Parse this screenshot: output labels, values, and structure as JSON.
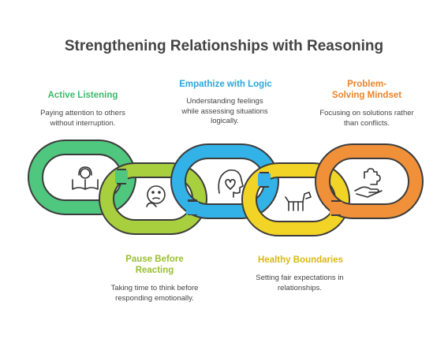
{
  "title": "Strengthening Relationships with Reasoning",
  "colors": {
    "green": "#4fc77e",
    "lime": "#a7cf3e",
    "blue": "#33b2e8",
    "yellow": "#f2d426",
    "orange": "#f0913a"
  },
  "steps": [
    {
      "label": "Active Listening",
      "description": "Paying attention to others without interruption.",
      "icon": "book-listener-icon"
    },
    {
      "label": "Pause Before Reacting",
      "description": "Taking time to think before responding emotionally.",
      "icon": "thinking-face-icon"
    },
    {
      "label": "Empathize with Logic",
      "description": "Understanding feelings while assessing situations logically.",
      "icon": "head-heart-icon"
    },
    {
      "label": "Healthy Boundaries",
      "description": "Setting fair expectations in relationships.",
      "icon": "dog-icon"
    },
    {
      "label": "Problem-Solving Mindset",
      "description": "Focusing on solutions rather than conflicts.",
      "icon": "hand-puzzle-icon"
    }
  ]
}
